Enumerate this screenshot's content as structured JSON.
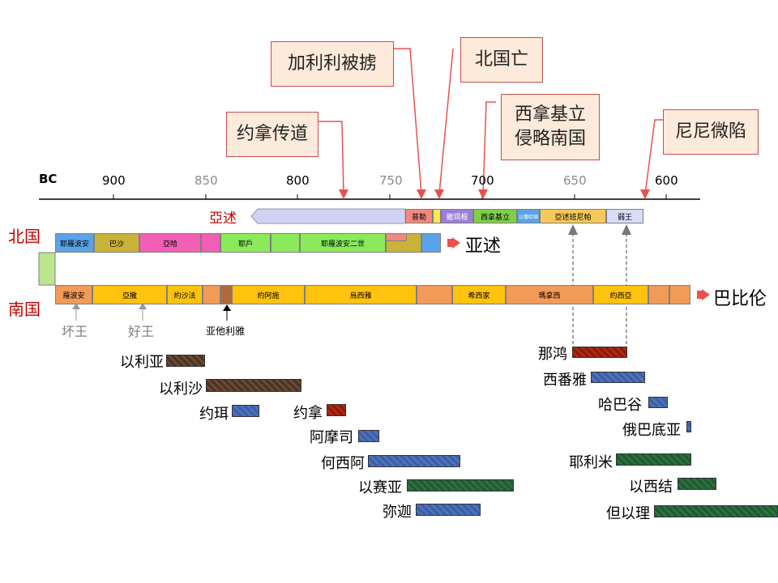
{
  "axis": {
    "era": "BC",
    "ticks": [
      "900",
      "850",
      "800",
      "750",
      "700",
      "650",
      "600"
    ]
  },
  "callouts": {
    "jonah": "约拿传道",
    "galilee": "加利利被掳",
    "north_fall": "北国亡",
    "sennacherib": "西拿基立\n侵略南国",
    "nineveh": "尼尼微陷"
  },
  "assyria": {
    "label": "亞述",
    "kings": [
      "普勒",
      "撒珥根",
      "西拿基立",
      "以撒哈頓",
      "亞述班尼帕",
      "弱王"
    ]
  },
  "north": {
    "label": "北国",
    "end": "亚述",
    "kings": [
      "耶羅波安",
      "巴沙",
      "亞哈",
      "耶戶",
      "耶羅波安二世"
    ]
  },
  "south": {
    "label": "南国",
    "end": "巴比伦",
    "kings": [
      "羅波安",
      "亞撒",
      "約沙法",
      "約阿施",
      "烏西雅",
      "希西家",
      "瑪拿西",
      "約西亞"
    ],
    "notes": {
      "bad_king": "坏王",
      "good_king": "好王",
      "athaliah": "亚他利雅"
    }
  },
  "prophets": [
    {
      "name": "以利亚",
      "color": "brown"
    },
    {
      "name": "以利沙",
      "color": "brown"
    },
    {
      "name": "约珥",
      "color": "blue"
    },
    {
      "name": "约拿",
      "color": "red"
    },
    {
      "name": "阿摩司",
      "color": "blue"
    },
    {
      "name": "何西阿",
      "color": "blue"
    },
    {
      "name": "以赛亚",
      "color": "green"
    },
    {
      "name": "弥迦",
      "color": "blue"
    },
    {
      "name": "那鸿",
      "color": "red"
    },
    {
      "name": "西番雅",
      "color": "blue"
    },
    {
      "name": "哈巴谷",
      "color": "blue"
    },
    {
      "name": "俄巴底亚",
      "color": "blue"
    },
    {
      "name": "耶利米",
      "color": "green"
    },
    {
      "name": "以西结",
      "color": "green"
    },
    {
      "name": "但以理",
      "color": "green"
    }
  ],
  "colors": {
    "callout_fill": "#fdeada",
    "callout_border": "#c0504d",
    "accent_red": "#e8514e",
    "kingdom_label": "#c00000"
  }
}
